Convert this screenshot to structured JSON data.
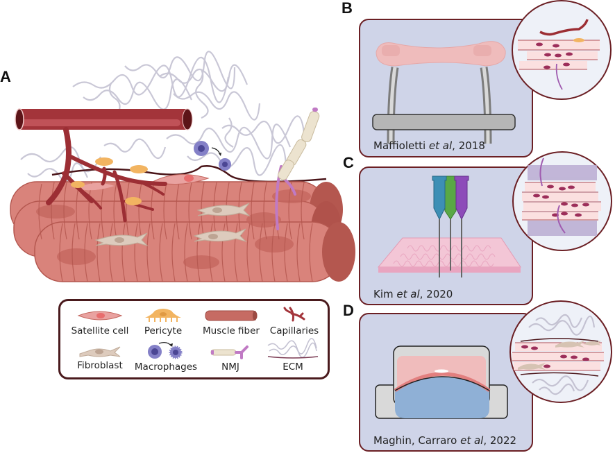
{
  "panels": {
    "A": {
      "label": "A",
      "legend": [
        {
          "name": "satellite-cell",
          "label": "Satellite cell"
        },
        {
          "name": "pericyte",
          "label": "Pericyte"
        },
        {
          "name": "muscle-fiber",
          "label": "Muscle fiber"
        },
        {
          "name": "capillaries",
          "label": "Capillaries"
        },
        {
          "name": "fibroblast",
          "label": "Fibroblast"
        },
        {
          "name": "macrophages",
          "label": "Macrophages"
        },
        {
          "name": "nmj",
          "label": "NMJ"
        },
        {
          "name": "ecm",
          "label": "ECM"
        }
      ]
    },
    "B": {
      "label": "B",
      "caption_author": "Maffioletti ",
      "caption_etal": "et al",
      "caption_year": ", 2018"
    },
    "C": {
      "label": "C",
      "caption_author": "Kim ",
      "caption_etal": "et al",
      "caption_year": ", 2020"
    },
    "D": {
      "label": "D",
      "caption_author": "Maghin, Carraro ",
      "caption_etal": "et al",
      "caption_year": ", 2022"
    }
  },
  "colors": {
    "muscle": "#d9837b",
    "muscle_dark": "#b4574f",
    "vessel": "#a3343a",
    "panel_bg": "#cfd4e8",
    "panel_border": "#6b1f24",
    "ecm": "#b8b6c8",
    "nerve": "#b86bbd",
    "pericyte": "#f2b461",
    "fibroblast": "#d6c3b3",
    "macrophage": "#7f7cc4"
  }
}
